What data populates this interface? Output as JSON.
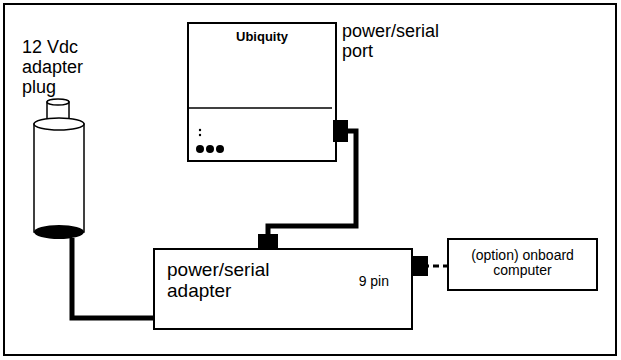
{
  "diagram": {
    "nodes": [
      {
        "text": [
          "Ubiquity"
        ]
      },
      {
        "text": [
          "power/serial adapter",
          "9 pin"
        ]
      },
      {
        "text": [
          "(option) onboard computer"
        ]
      }
    ],
    "edges": [
      {
        "from": 0,
        "to": 1,
        "arrow": "none"
      },
      {
        "from": 1,
        "to": 2,
        "arrow": "none"
      }
    ],
    "labels": [
      "12 Vdc adapter plug",
      "power/serial port"
    ]
  }
}
